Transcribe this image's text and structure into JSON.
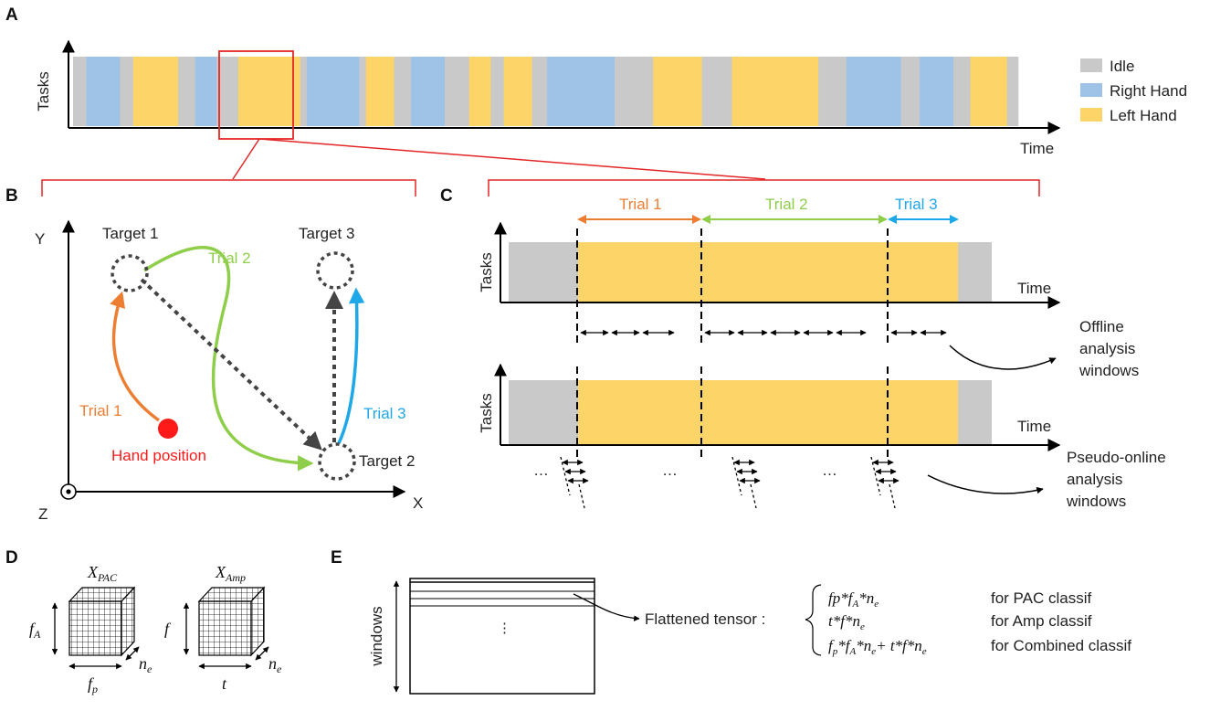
{
  "colors": {
    "idle": "#c9c9c9",
    "right_hand": "#9fc3e7",
    "left_hand": "#fdd468",
    "highlight": "#e32626",
    "trial1": "#ed7d31",
    "trial2": "#8fce4a",
    "trial3": "#1fa8e8",
    "hand": "#ff1a1a"
  },
  "panels": {
    "a": "A",
    "b": "B",
    "c": "C",
    "d": "D",
    "e": "E"
  },
  "panel_a": {
    "y_label": "Tasks",
    "x_label": "Time",
    "legend": [
      "Idle",
      "Right Hand",
      "Left Hand"
    ],
    "sequence": [
      [
        "idle",
        1.4
      ],
      [
        "right_hand",
        3.6
      ],
      [
        "idle",
        1.4
      ],
      [
        "left_hand",
        4.8
      ],
      [
        "idle",
        1.8
      ],
      [
        "right_hand",
        2.3
      ],
      [
        "idle",
        2.3
      ],
      [
        "left_hand",
        6.6
      ],
      [
        "idle",
        0.7
      ],
      [
        "right_hand",
        5.6
      ],
      [
        "idle",
        0.7
      ],
      [
        "left_hand",
        3.0
      ],
      [
        "idle",
        1.8
      ],
      [
        "right_hand",
        3.6
      ],
      [
        "idle",
        2.6
      ],
      [
        "left_hand",
        2.3
      ],
      [
        "idle",
        1.4
      ],
      [
        "left_hand",
        3.0
      ],
      [
        "idle",
        1.6
      ],
      [
        "right_hand",
        7.2
      ],
      [
        "idle",
        4.1
      ],
      [
        "left_hand",
        5.2
      ],
      [
        "idle",
        3.2
      ],
      [
        "left_hand",
        9.2
      ],
      [
        "idle",
        3.0
      ],
      [
        "right_hand",
        5.8
      ],
      [
        "idle",
        2.0
      ],
      [
        "right_hand",
        3.6
      ],
      [
        "idle",
        1.8
      ],
      [
        "left_hand",
        3.9
      ],
      [
        "idle",
        1.2
      ]
    ]
  },
  "panel_b": {
    "axis_y": "Y",
    "axis_x": "X",
    "axis_z": "Z",
    "targets": [
      "Target 1",
      "Target 2",
      "Target 3"
    ],
    "trials": [
      "Trial 1",
      "Trial 2",
      "Trial 3"
    ],
    "hand_label": "Hand position"
  },
  "panel_c": {
    "trials": [
      "Trial 1",
      "Trial 2",
      "Trial 3"
    ],
    "y_label": "Tasks",
    "x_label": "Time",
    "offline_label": [
      "Offline",
      "analysis",
      "windows"
    ],
    "pseudo_label": [
      "Pseudo-online",
      "analysis",
      "windows"
    ],
    "ellipsis": "…"
  },
  "panel_d": {
    "pac_title": "X",
    "pac_sub": "PAC",
    "amp_title": "X",
    "amp_sub": "Amp",
    "pac_vertical": "f",
    "pac_vertical_sub": "A",
    "pac_horizontal": "f",
    "pac_horizontal_sub": "p",
    "amp_vertical": "f",
    "amp_horizontal": "t",
    "depth": "n",
    "depth_sub": "e"
  },
  "panel_e": {
    "y_label": "windows",
    "vdots": "⋮",
    "flattened_label": "Flattened tensor :",
    "classif": [
      "for PAC classif",
      "for Amp classif",
      "for Combined classif"
    ]
  }
}
